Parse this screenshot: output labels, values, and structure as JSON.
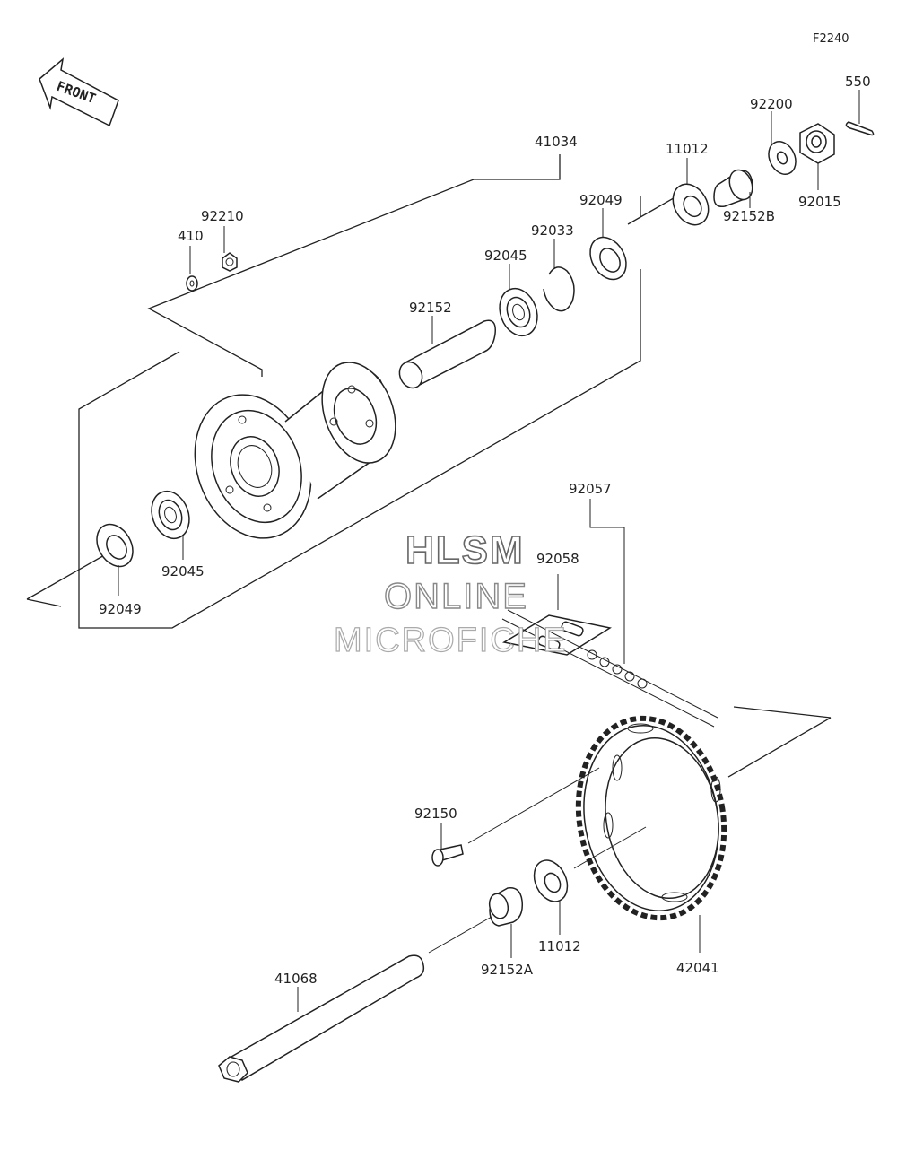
{
  "diagram_code": "F2240",
  "front_marker": "FRONT",
  "watermark": {
    "line1": "HLSM",
    "line2": "ONLINE",
    "line3": "MICROFICHE"
  },
  "labels": {
    "p550": "550",
    "p92200": "92200",
    "p92015": "92015",
    "p11012_top": "11012",
    "p92152B": "92152B",
    "p41034": "41034",
    "p92049_top": "92049",
    "p92033": "92033",
    "p92045_top": "92045",
    "p92152": "92152",
    "p92210": "92210",
    "p410": "410",
    "p92045_bottom": "92045",
    "p92049_bottom": "92049",
    "p92057": "92057",
    "p92058": "92058",
    "p92150": "92150",
    "p11012_bottom": "11012",
    "p42041": "42041",
    "p92152A": "92152A",
    "p41068": "41068"
  }
}
